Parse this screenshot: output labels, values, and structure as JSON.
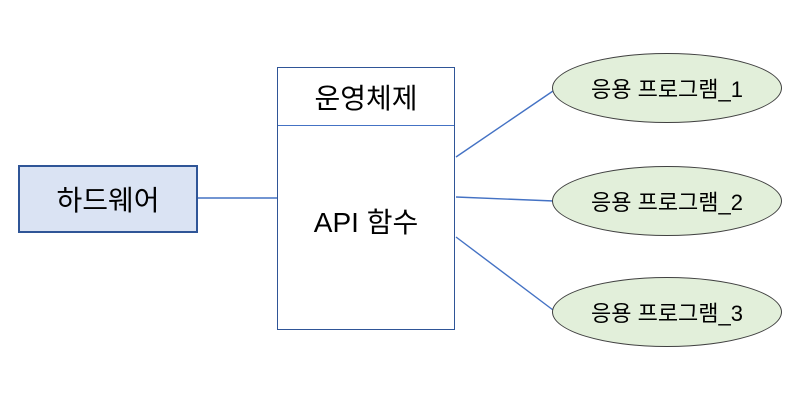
{
  "colors": {
    "background": "#ffffff",
    "text": "#000000",
    "hw_fill": "#dae3f3",
    "hw_border": "#2f5597",
    "box_fill": "#ffffff",
    "box_border": "#2f5597",
    "divider": "#4472c4",
    "connector": "#4472c4",
    "app_fill": "#e2efda",
    "app_border": "#404040"
  },
  "nodes": {
    "hardware": {
      "label": "하드웨어"
    },
    "os": {
      "label": "운영체제"
    },
    "api": {
      "label": "API 함수"
    },
    "apps": [
      {
        "label": "응용 프로그램_1"
      },
      {
        "label": "응용 프로그램_2"
      },
      {
        "label": "응용 프로그램_3"
      }
    ]
  },
  "chart_data": {
    "type": "diagram",
    "description": "Block diagram: hardware connects to an operating-system box containing API functions, which connects to three application programs.",
    "edges": [
      [
        "하드웨어",
        "API 함수"
      ],
      [
        "API 함수",
        "응용 프로그램_1"
      ],
      [
        "API 함수",
        "응용 프로그램_2"
      ],
      [
        "API 함수",
        "응용 프로그램_3"
      ]
    ]
  }
}
